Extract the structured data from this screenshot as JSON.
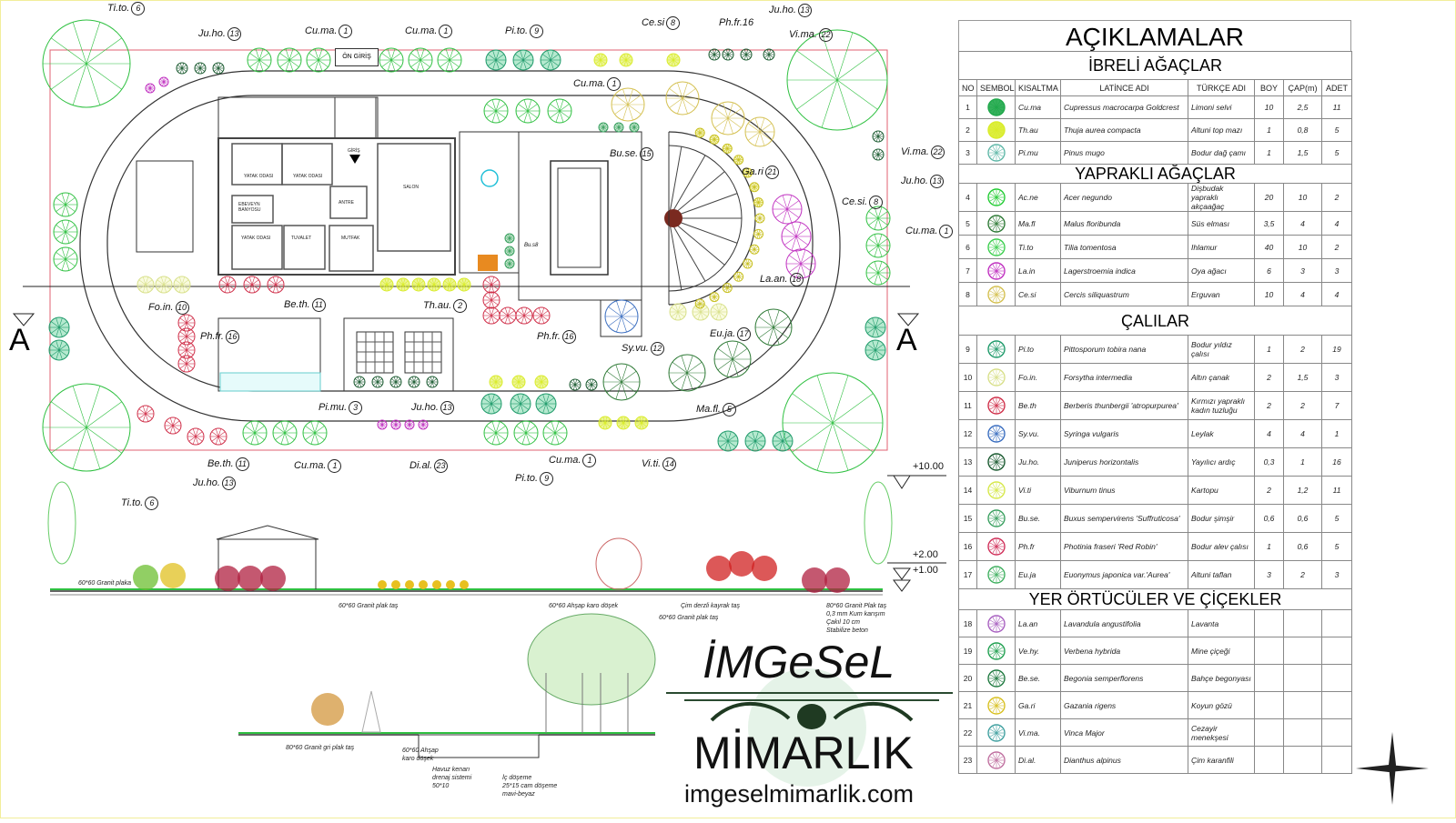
{
  "plan": {
    "entry_label": "ÖN GİRİŞ",
    "section_marker": "A",
    "rooms": [
      "YATAK ODASI",
      "YATAK ODASI",
      "EBEVEYN BANYOSU",
      "YATAK ODASI",
      "TUVALET",
      "MUTFAK",
      "ANTRE",
      "GİRİŞ",
      "SALON"
    ],
    "tags": [
      {
        "code": "Ti.to.",
        "no": "6"
      },
      {
        "code": "Ju.ho.",
        "no": "13"
      },
      {
        "code": "Cu.ma.",
        "no": "1"
      },
      {
        "code": "Cu.ma.",
        "no": "1"
      },
      {
        "code": "Pi.to.",
        "no": "9"
      },
      {
        "code": "Ce.si",
        "no": "8"
      },
      {
        "code": "Ph.fr.16",
        "no": ""
      },
      {
        "code": "Ju.ho.",
        "no": "13"
      },
      {
        "code": "Vi.ma.",
        "no": "22"
      },
      {
        "code": "Cu.ma.",
        "no": "1"
      },
      {
        "code": "Bu.se.",
        "no": "15"
      },
      {
        "code": "Ga.ri",
        "no": "21"
      },
      {
        "code": "Vi.ma.",
        "no": "22"
      },
      {
        "code": "Ju.ho.",
        "no": "13"
      },
      {
        "code": "Ce.si.",
        "no": "8"
      },
      {
        "code": "Cu.ma.",
        "no": "1"
      },
      {
        "code": "La.an.",
        "no": "18"
      },
      {
        "code": "Fo.in.",
        "no": "10"
      },
      {
        "code": "Be.th.",
        "no": "11"
      },
      {
        "code": "Th.au.",
        "no": "2"
      },
      {
        "code": "Ph.fr.",
        "no": "16"
      },
      {
        "code": "Ph.fr.",
        "no": "16"
      },
      {
        "code": "Eu.ja.",
        "no": "17"
      },
      {
        "code": "Sy.vu.",
        "no": "12"
      },
      {
        "code": "Ma.fl.",
        "no": "5"
      },
      {
        "code": "Pi.mu.",
        "no": "3"
      },
      {
        "code": "Ju.ho.",
        "no": "13"
      },
      {
        "code": "Be.th.",
        "no": "11"
      },
      {
        "code": "Cu.ma.",
        "no": "1"
      },
      {
        "code": "Di.al.",
        "no": "23"
      },
      {
        "code": "Cu.ma.",
        "no": "1"
      },
      {
        "code": "Vi.ti.",
        "no": "14"
      },
      {
        "code": "Pi.to.",
        "no": "9"
      },
      {
        "code": "Ju.ho.",
        "no": "13"
      },
      {
        "code": "Ti.to.",
        "no": "6"
      },
      {
        "code": "Bu.s8",
        "no": ""
      }
    ]
  },
  "section": {
    "elevations": [
      "+10.00",
      "+2.00",
      "+1.00"
    ],
    "notes": [
      "60*60 Granit plaka",
      "60*60 Granit plak taş",
      "60*60 Ahşap karo döşek",
      "Çim derzli kayrak taş",
      "60*60 Granit plak taş",
      "80*60 Granit Plak taş\n0,3 mm Kum karışım\nÇakıl 10 cm\nStabilize beton",
      "80*60 Granit gri plak taş",
      "60*60 Ahşap\nkaro döşek",
      "Havuz kenarı\ndrenaj sistemi\n50*10",
      "İç döşeme\n25*15 cam döşeme\nmavi-beyaz"
    ]
  },
  "legend": {
    "title": "AÇIKLAMALAR",
    "columns": [
      "NO",
      "SEMBOL",
      "KISALTMA",
      "LATİNCE ADI",
      "TÜRKÇE ADI",
      "BOY",
      "ÇAP(m)",
      "ADET"
    ],
    "groups": [
      {
        "title": "İBRELİ AĞAÇLAR",
        "rows": [
          {
            "no": "1",
            "abbr": "Cu.ma",
            "latin": "Cupressus macrocarpa Goldcrest",
            "turkish": "Limoni selvi",
            "boy": "10",
            "cap": "2,5",
            "adet": "11",
            "color": "#1fa84a"
          },
          {
            "no": "2",
            "abbr": "Th.au",
            "latin": "Thuja aurea compacta",
            "turkish": "Altuni top mazı",
            "boy": "1",
            "cap": "0,8",
            "adet": "5",
            "color": "#d9ec2a"
          },
          {
            "no": "3",
            "abbr": "Pi.mu",
            "latin": "Pinus mugo",
            "turkish": "Bodur dağ çamı",
            "boy": "1",
            "cap": "1,5",
            "adet": "5",
            "color": "#5fb8a8"
          }
        ]
      },
      {
        "title": "YAPRAKLI AĞAÇLAR",
        "rows": [
          {
            "no": "4",
            "abbr": "Ac.ne",
            "latin": "Acer negundo",
            "turkish": "Dişbudak yapraklı akçaağaç",
            "boy": "20",
            "cap": "10",
            "adet": "2",
            "color": "#22cc33"
          },
          {
            "no": "5",
            "abbr": "Ma.fl",
            "latin": "Malus floribunda",
            "turkish": "Süs elması",
            "boy": "3,5",
            "cap": "4",
            "adet": "4",
            "color": "#2e7a36"
          },
          {
            "no": "6",
            "abbr": "Ti.to",
            "latin": "Tilia tomentosa",
            "turkish": "Ihlamur",
            "boy": "40",
            "cap": "10",
            "adet": "2",
            "color": "#3ccf4e"
          },
          {
            "no": "7",
            "abbr": "La.in",
            "latin": "Lagerstroemia indica",
            "turkish": "Oya ağacı",
            "boy": "6",
            "cap": "3",
            "adet": "3",
            "color": "#c030c0"
          },
          {
            "no": "8",
            "abbr": "Ce.si",
            "latin": "Cercis siliquastrum",
            "turkish": "Erguvan",
            "boy": "10",
            "cap": "4",
            "adet": "4",
            "color": "#d4c050"
          }
        ]
      },
      {
        "title": "ÇALILAR",
        "rows": [
          {
            "no": "9",
            "abbr": "Pi.to",
            "latin": "Pittosporum tobira nana",
            "turkish": "Bodur yıldız çalısı",
            "boy": "1",
            "cap": "2",
            "adet": "19",
            "color": "#1e9a6a"
          },
          {
            "no": "10",
            "abbr": "Fo.in.",
            "latin": "Forsytha intermedia",
            "turkish": "Altın çanak",
            "boy": "2",
            "cap": "1,5",
            "adet": "3",
            "color": "#d8e08a"
          },
          {
            "no": "11",
            "abbr": "Be.th",
            "latin": "Berberis thunbergii 'atropurpurea'",
            "turkish": "Kırmızı yapraklı kadın tuzluğu",
            "boy": "2",
            "cap": "2",
            "adet": "7",
            "color": "#d0304a"
          },
          {
            "no": "12",
            "abbr": "Sy.vu.",
            "latin": "Syringa vulgaris",
            "turkish": "Leylak",
            "boy": "4",
            "cap": "4",
            "adet": "1",
            "color": "#3a6ec0"
          },
          {
            "no": "13",
            "abbr": "Ju.ho.",
            "latin": "Juniperus horizontalis",
            "turkish": "Yayılıcı ardıç",
            "boy": "0,3",
            "cap": "1",
            "adet": "16",
            "color": "#1a5a30"
          },
          {
            "no": "14",
            "abbr": "Vi.ti",
            "latin": "Viburnum tinus",
            "turkish": "Kartopu",
            "boy": "2",
            "cap": "1,2",
            "adet": "11",
            "color": "#d6e84a"
          },
          {
            "no": "15",
            "abbr": "Bu.se.",
            "latin": "Buxus sempervirens 'Suffruticosa'",
            "turkish": "Bodur şimşir",
            "boy": "0,6",
            "cap": "0,6",
            "adet": "5",
            "color": "#3aa060"
          },
          {
            "no": "16",
            "abbr": "Ph.fr",
            "latin": "Photinia fraseri 'Red Robin'",
            "turkish": "Bodur alev çalısı",
            "boy": "1",
            "cap": "0,6",
            "adet": "5",
            "color": "#d0305a"
          },
          {
            "no": "17",
            "abbr": "Eu.ja",
            "latin": "Euonymus japonica var.'Aurea'",
            "turkish": "Altuni taflan",
            "boy": "3",
            "cap": "2",
            "adet": "3",
            "color": "#40b060"
          }
        ]
      },
      {
        "title": "YER ÖRTÜCÜLER VE ÇİÇEKLER",
        "rows": [
          {
            "no": "18",
            "abbr": "La.an",
            "latin": "Lavandula angustifolia",
            "turkish": "Lavanta",
            "boy": "",
            "cap": "",
            "adet": "",
            "color": "#a860c0"
          },
          {
            "no": "19",
            "abbr": "Ve.hy.",
            "latin": "Verbena hybrida",
            "turkish": "Mine çiçeği",
            "boy": "",
            "cap": "",
            "adet": "",
            "color": "#20a050"
          },
          {
            "no": "20",
            "abbr": "Be.se.",
            "latin": "Begonia semperflorens",
            "turkish": "Bahçe begonyası",
            "boy": "",
            "cap": "",
            "adet": "",
            "color": "#1f7a40"
          },
          {
            "no": "21",
            "abbr": "Ga.ri",
            "latin": "Gazania rigens",
            "turkish": "Koyun gözü",
            "boy": "",
            "cap": "",
            "adet": "",
            "color": "#d8c020"
          },
          {
            "no": "22",
            "abbr": "Vi.ma.",
            "latin": "Vinca Major",
            "turkish": "Cezayir menekşesi",
            "boy": "",
            "cap": "",
            "adet": "",
            "color": "#40a0a0"
          },
          {
            "no": "23",
            "abbr": "Di.al.",
            "latin": "Dianthus alpinus",
            "turkish": "Çim karanfili",
            "boy": "",
            "cap": "",
            "adet": "",
            "color": "#c070a0"
          }
        ]
      }
    ]
  },
  "watermark": {
    "line1": "İMGeSeL",
    "line2": "MİMARLIK",
    "url": "imgeselmimarlik.com"
  },
  "colors": {
    "boundary": "#e06070",
    "tree_green": "#2ec040",
    "paving": "#555555"
  }
}
